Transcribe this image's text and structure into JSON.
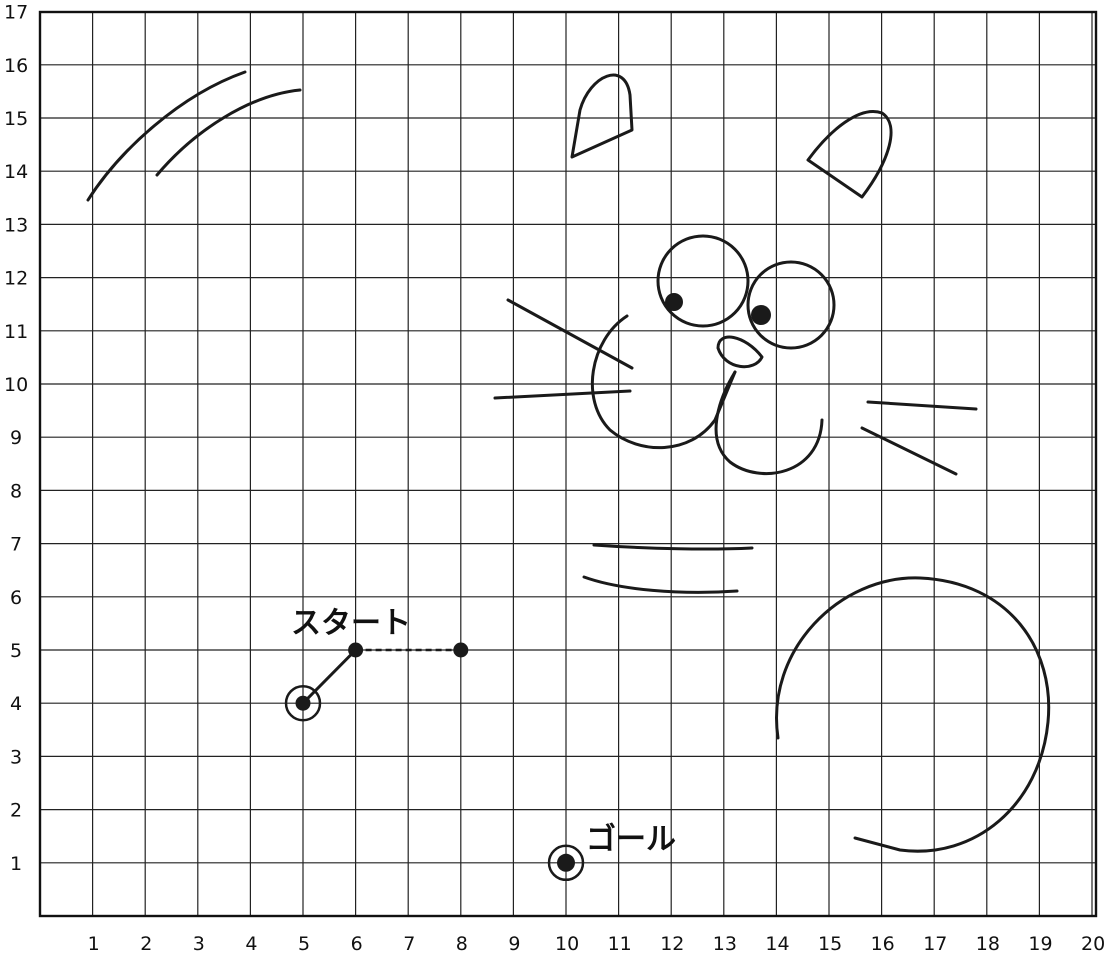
{
  "grid": {
    "x_ticks": [
      "1",
      "2",
      "3",
      "4",
      "5",
      "6",
      "7",
      "8",
      "9",
      "10",
      "11",
      "12",
      "13",
      "14",
      "15",
      "16",
      "17",
      "18",
      "19",
      "20"
    ],
    "y_ticks": [
      "1",
      "2",
      "3",
      "4",
      "5",
      "6",
      "7",
      "8",
      "9",
      "10",
      "11",
      "12",
      "13",
      "14",
      "15",
      "16",
      "17"
    ]
  },
  "labels": {
    "start": "スタート",
    "goal": "ゴール"
  },
  "points": {
    "start": [
      5,
      4
    ],
    "goal": [
      10,
      1
    ],
    "path": [
      [
        5,
        4
      ],
      [
        6,
        5
      ],
      [
        8,
        5
      ]
    ]
  },
  "colors": {
    "ink": "#1a1a1a",
    "background": "#ffffff"
  }
}
